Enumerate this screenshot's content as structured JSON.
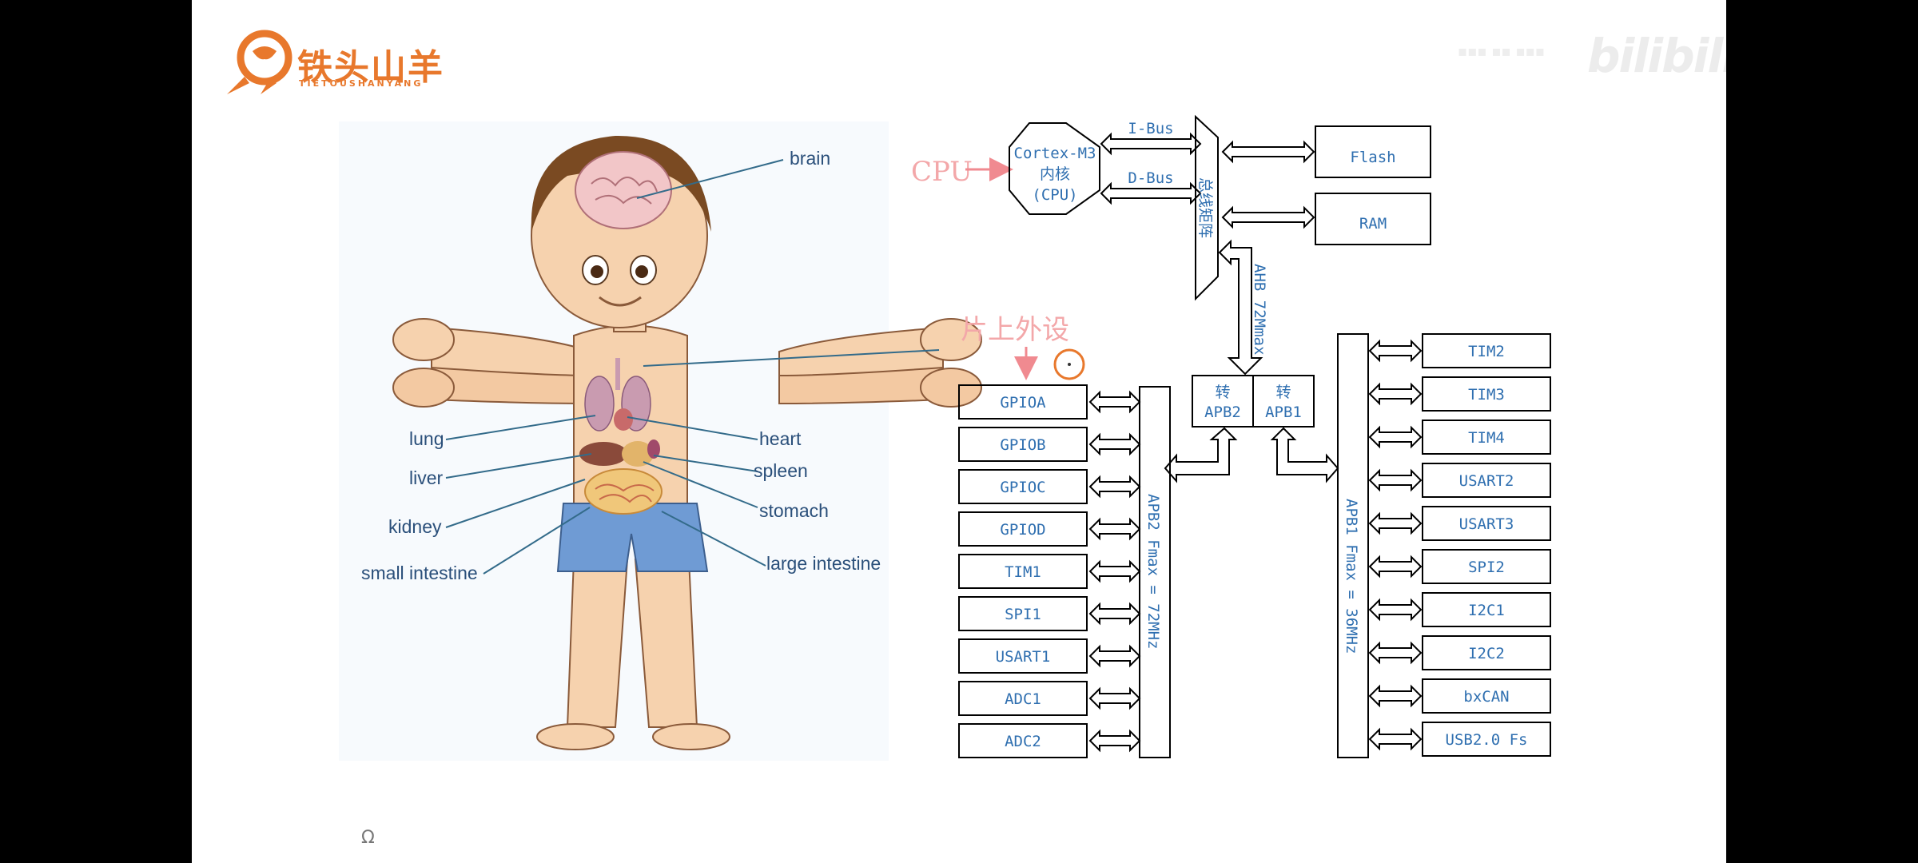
{
  "logo": {
    "name_cn": "铁头山羊",
    "name_en": "TIETOUSHANYANG"
  },
  "watermark": {
    "text": "bilibili"
  },
  "anatomy_labels": {
    "brain": "brain",
    "lung": "lung",
    "heart": "heart",
    "liver": "liver",
    "spleen": "spleen",
    "kidney": "kidney",
    "stomach": "stomach",
    "small_intestine": "small intestine",
    "large_intestine": "large intestine"
  },
  "annotations": {
    "cpu": "CPU",
    "peripherals": "片上外设"
  },
  "core": {
    "line1": "Cortex-M3",
    "line2": "内核",
    "line3": "(CPU)"
  },
  "buses": {
    "ibus": "I-Bus",
    "dbus": "D-Bus",
    "matrix": "总线矩阵",
    "ahb": "AHB 72Mmax"
  },
  "memory": {
    "flash": "Flash",
    "ram": "RAM"
  },
  "bridges": {
    "apb2_line1": "转",
    "apb2_line2": "APB2",
    "apb1_line1": "转",
    "apb1_line2": "APB1"
  },
  "apb2": {
    "label": "APB2 Fmax = 72MHz",
    "items": [
      "GPIOA",
      "GPIOB",
      "GPIOC",
      "GPIOD",
      "TIM1",
      "SPI1",
      "USART1",
      "ADC1",
      "ADC2"
    ]
  },
  "apb1": {
    "label": "APB1 Fmax = 36MHz",
    "items": [
      "TIM2",
      "TIM3",
      "TIM4",
      "USART2",
      "USART3",
      "SPI2",
      "I2C1",
      "I2C2",
      "bxCAN",
      "USB2.0 Fs"
    ]
  }
}
